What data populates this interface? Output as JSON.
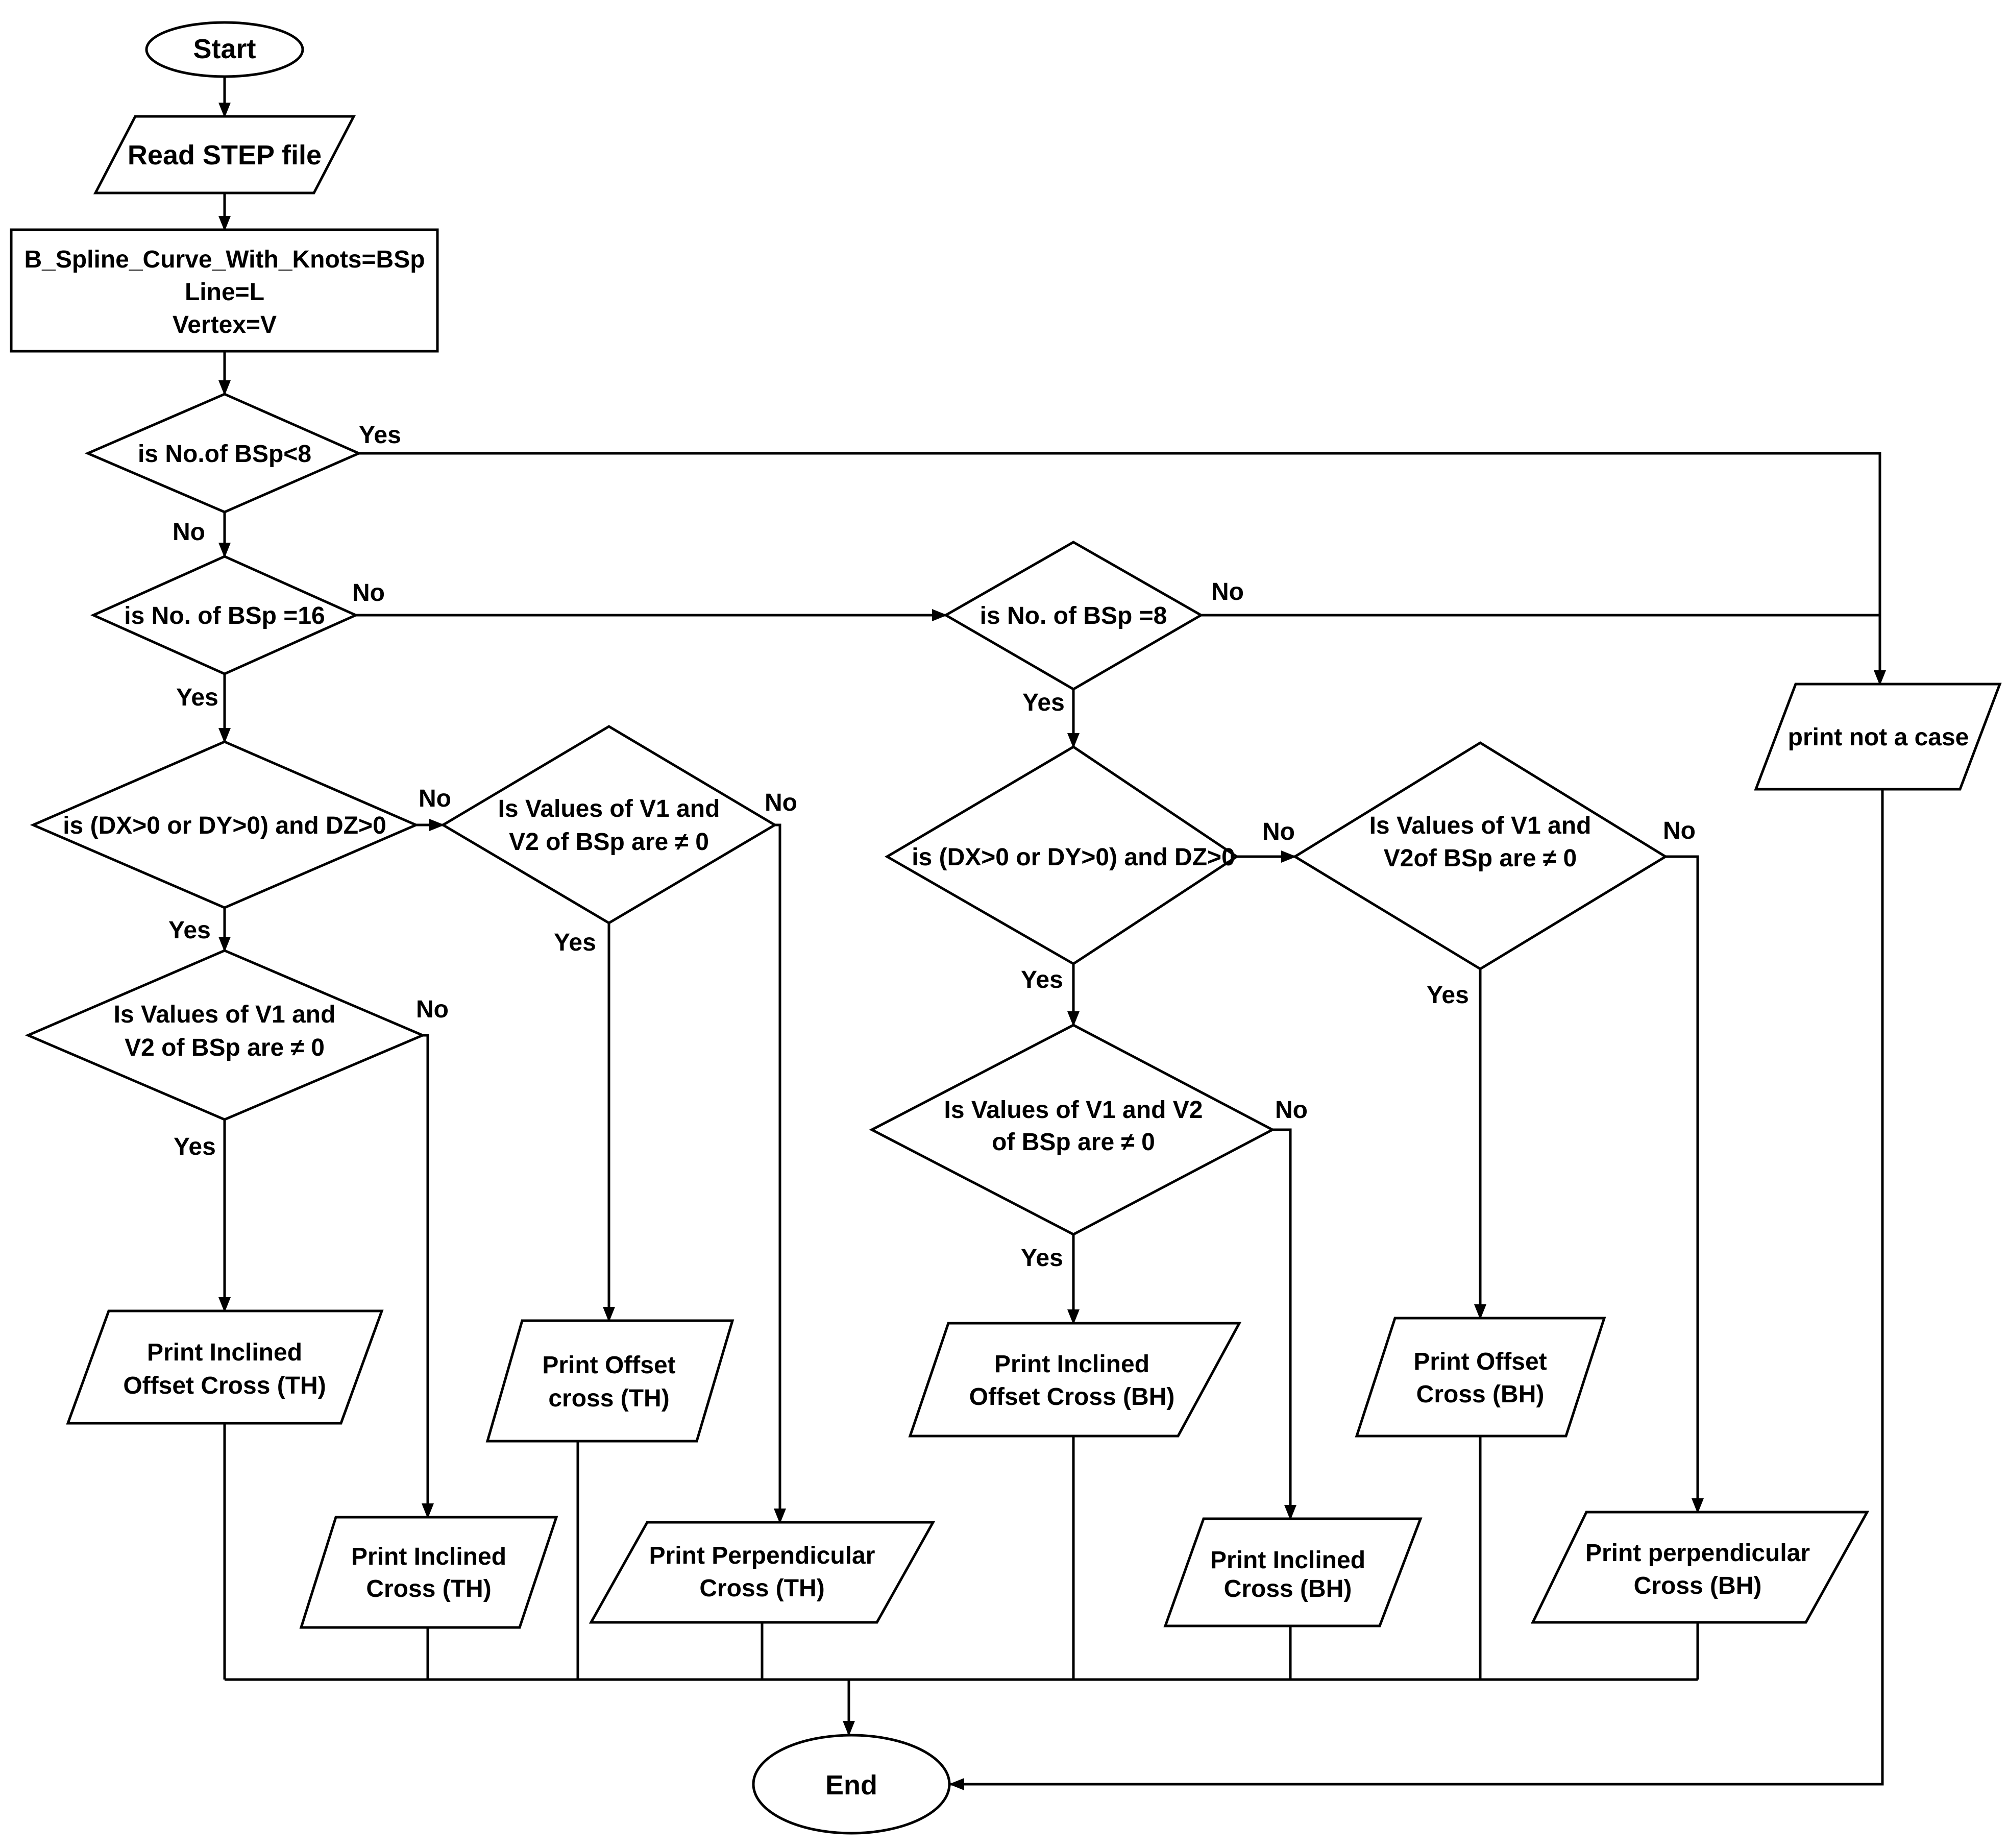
{
  "nodes": {
    "start": "Start",
    "read": "Read STEP file",
    "assign": [
      "B_Spline_Curve_With_Knots=BSp",
      "Line=L",
      "Vertex=V"
    ],
    "d1": "is No.of BSp<8",
    "d2": "is No. of BSp =16",
    "d3": "is No. of BSp =8",
    "d4": "is (DX>0 or DY>0) and DZ>0",
    "d5": [
      "Is Values of V1 and",
      "V2 of BSp are ≠ 0"
    ],
    "d6": [
      "Is Values of V1 and",
      "V2 of BSp are ≠ 0"
    ],
    "d7": "is (DX>0 or DY>0) and DZ>0",
    "d8": [
      "Is Values of V1 and",
      "V2of BSp are ≠ 0"
    ],
    "d9": [
      "Is Values of V1 and V2",
      "of BSp are ≠ 0"
    ],
    "not_case": "print not a case",
    "p1": [
      "Print Inclined",
      "Offset Cross (TH)"
    ],
    "p2": [
      "Print Inclined",
      "Cross (TH)"
    ],
    "p3": [
      "Print Offset",
      "cross (TH)"
    ],
    "p4": [
      "Print Perpendicular",
      "Cross (TH)"
    ],
    "p5": [
      "Print Inclined",
      "Offset Cross (BH)"
    ],
    "p6": [
      "Print Inclined",
      "Cross (BH)"
    ],
    "p7": [
      "Print Offset",
      "Cross (BH)"
    ],
    "p8": [
      "Print perpendicular",
      "Cross (BH)"
    ],
    "end": "End"
  },
  "edge_labels": {
    "yes": "Yes",
    "no": "No"
  }
}
